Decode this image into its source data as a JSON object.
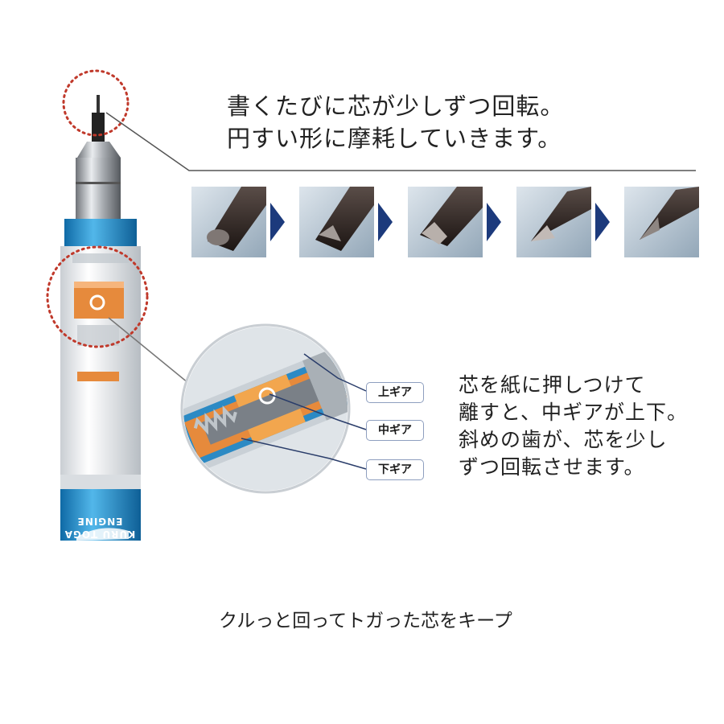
{
  "description_top": {
    "line1": "書くたびに芯が少しずつ回転。",
    "line2": "円すい形に摩耗していきます。"
  },
  "mechanism": {
    "line1": "芯を紙に押しつけて",
    "line2": "離すと、中ギアが上下。",
    "line3": "斜めの歯が、芯を少し",
    "line4": "ずつ回転させます。"
  },
  "gears": {
    "upper": "上ギア",
    "middle": "中ギア",
    "lower": "下ギア"
  },
  "pencil_brand": {
    "line1": "KURU TOGA",
    "line2": "ENGINE"
  },
  "caption": "クルっと回ってトガった芯をキープ",
  "colors": {
    "accent_blue": "#1d86c9",
    "arrow_navy": "#1c3a7c",
    "callout_red": "#c0392b",
    "lead_dark": "#2a2220",
    "gear_orange": "#e07a2a"
  }
}
